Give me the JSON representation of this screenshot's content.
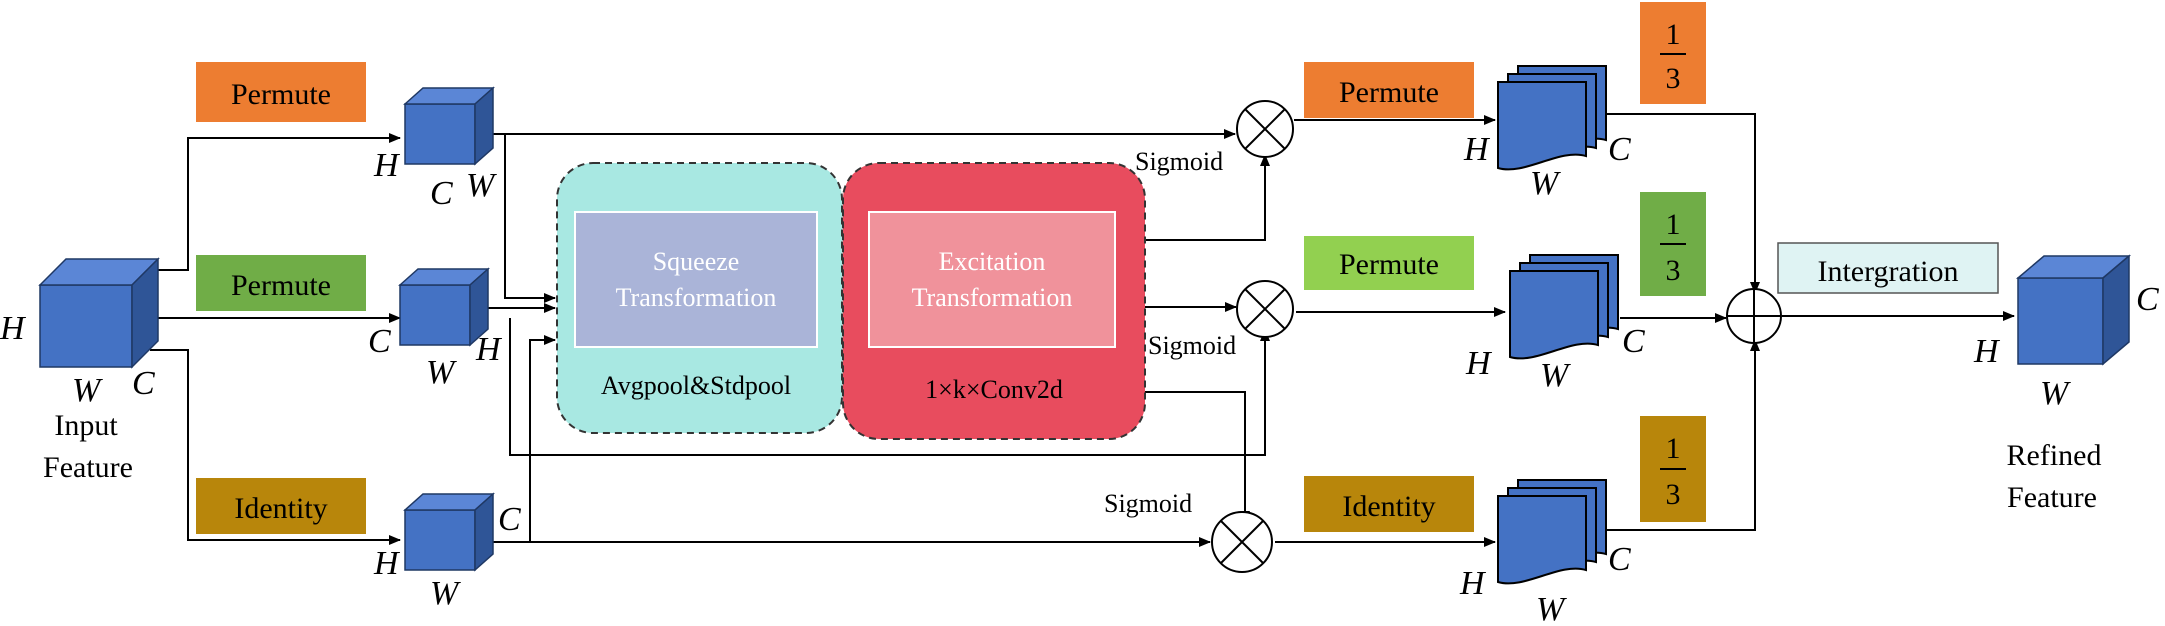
{
  "labels": {
    "permute": "Permute",
    "identity": "Identity",
    "integration": "Intergration",
    "sigmoid": "Sigmoid",
    "frac_num": "1",
    "frac_den": "3",
    "squeeze_line1": "Squeeze",
    "squeeze_line2": "Transformation",
    "squeeze_caption": "Avgpool&Stdpool",
    "excite_line1": "Excitation",
    "excite_line2": "Transformation",
    "excite_caption": "1×k×Conv2d",
    "input_line1": "Input",
    "input_line2": "Feature",
    "refined_line1": "Refined",
    "refined_line2": "Feature"
  },
  "axes": {
    "h": "H",
    "w": "W",
    "c": "C"
  },
  "colors": {
    "cube_front": "#4472c4",
    "cube_top": "#5b86d6",
    "cube_side": "#2f5597",
    "permute_top": "#ed7d31",
    "permute_mid": "#70ad47",
    "permute_mid_right": "#92d050",
    "identity": "#b8860b",
    "integration": "#dff3f3",
    "squeeze_outer": "#a8e8e2",
    "squeeze_inner": "#aab4d8",
    "excite_outer": "#e84c5e",
    "excite_inner": "#f0929b"
  }
}
